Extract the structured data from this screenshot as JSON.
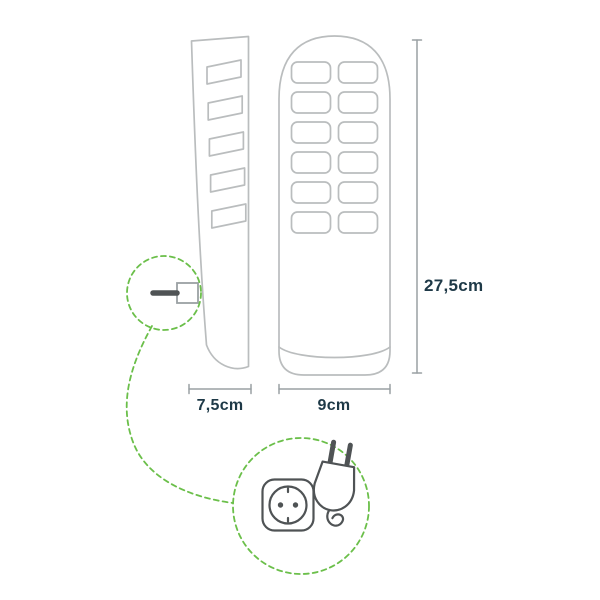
{
  "diagram": {
    "dimensions": {
      "height": "27,5cm",
      "side_width": "7,5cm",
      "front_width": "9cm"
    },
    "icons": {
      "side_plug": "plug-pin-icon",
      "socket": "schuko-socket-icon",
      "plug": "power-plug-icon"
    },
    "colors": {
      "outline": "#babdbe",
      "dimension": "#9aa0a3",
      "text": "#1e3947",
      "icon": "#4f5355",
      "accent_green": "#6bbf4a",
      "background": "#ffffff"
    }
  }
}
